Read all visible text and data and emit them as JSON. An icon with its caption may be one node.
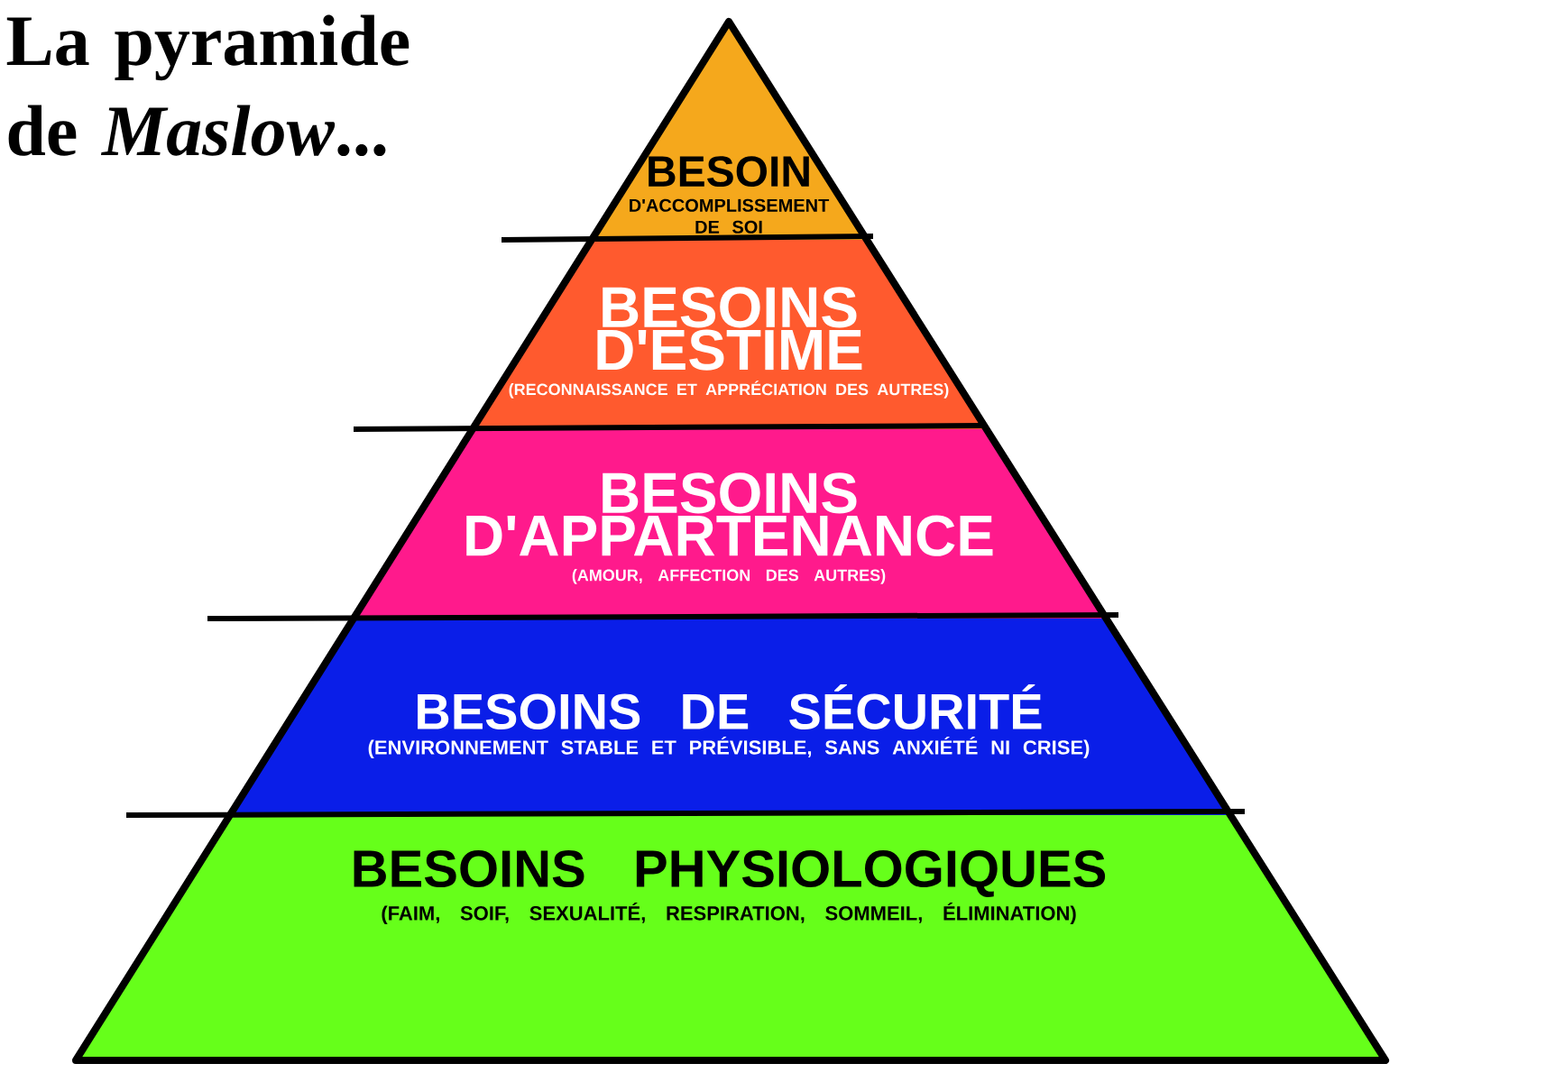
{
  "diagram": {
    "title": "La pyramide de *Maslow*...",
    "nodes": [
      {
        "text": [
          "BESOIN",
          "D'ACCOMPLISSEMENT DE SOI"
        ]
      },
      {
        "text": [
          "BESOINS D'ESTIME",
          "(RECONNAISSANCE ET APPRÉCIATION DES AUTRES)"
        ]
      },
      {
        "text": [
          "BESOINS D'APPARTENANCE",
          "(AMOUR, AFFECTION DES AUTRES)"
        ]
      },
      {
        "text": [
          "BESOINS DE SÉCURITÉ",
          "(ENVIRONNEMENT STABLE ET PRÉVISIBLE, SANS ANXIÉTÉ NI CRISE)"
        ]
      },
      {
        "text": [
          "BESOINS PHYSIOLOGIQUES",
          "(FAIM, SOIF, SEXUALITÉ, RESPIRATION, SOMMEIL, ÉLIMINATION)"
        ]
      }
    ]
  }
}
